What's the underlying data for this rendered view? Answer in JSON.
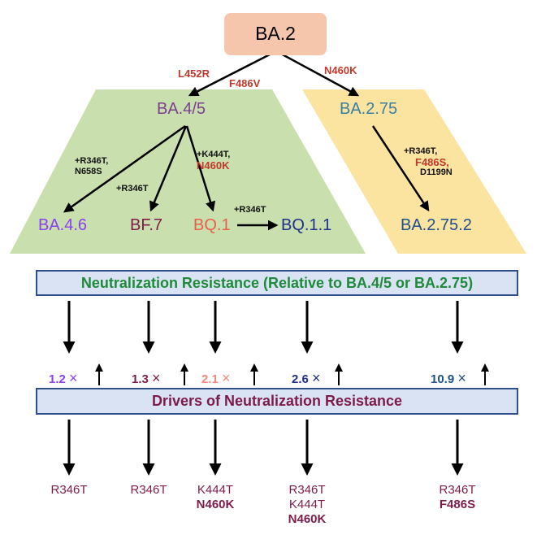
{
  "root": {
    "label": "BA.2"
  },
  "edges": {
    "left_mutation_1": "L452R",
    "left_mutation_2": "F486V",
    "right_mutation": "N460K"
  },
  "groups": {
    "ba45": {
      "label": "BA.4/5",
      "branch_ba46": [
        "+R346T,",
        "N658S"
      ],
      "branch_bf7": "+R346T",
      "branch_bq1": [
        "+K444T,",
        "N460K"
      ],
      "branch_bq11": "+R346T",
      "children": {
        "ba46": "BA.4.6",
        "bf7": "BF.7",
        "bq1": "BQ.1",
        "bq11": "BQ.1.1"
      }
    },
    "ba275": {
      "label": "BA.2.75",
      "branch": [
        "+R346T,",
        "F486S,",
        "D1199N"
      ],
      "child": "BA.2.75.2"
    }
  },
  "banners": {
    "top": "Neutralization Resistance (Relative to BA.4/5 or BA.2.75)",
    "bottom": "Drivers of Neutralization Resistance"
  },
  "fold_changes": [
    {
      "value": "1.2",
      "times": "×",
      "color": "#8a3ff0"
    },
    {
      "value": "1.3",
      "times": "×",
      "color": "#7d1c4a"
    },
    {
      "value": "2.1",
      "times": "×",
      "color": "#f08a7a"
    },
    {
      "value": "2.6",
      "times": "×",
      "color": "#1f2f8c"
    },
    {
      "value": "10.9",
      "times": "×",
      "color": "#1f4f8c"
    }
  ],
  "drivers": [
    {
      "line1": "R346T"
    },
    {
      "line1": "R346T"
    },
    {
      "line1": "K444T",
      "line2": "N460K"
    },
    {
      "line1": "R346T",
      "line2": "K444T",
      "line3": "N460K"
    },
    {
      "line1": "R346T",
      "line2": "F486S"
    }
  ],
  "colors": {
    "mutation_red": "#c0392b",
    "ba45_purple": "#7b3f8f",
    "ba46_violet": "#8a3ff0",
    "bf7_maroon": "#7d1c4a",
    "bq1_salmon": "#e8604a",
    "bq11_navy": "#1f2f8c",
    "ba275_teal": "#3a7fa0",
    "ba2752_blue": "#1f4f8c",
    "green_region": "#c9dfae",
    "yellow_region": "#fbe3a0"
  }
}
